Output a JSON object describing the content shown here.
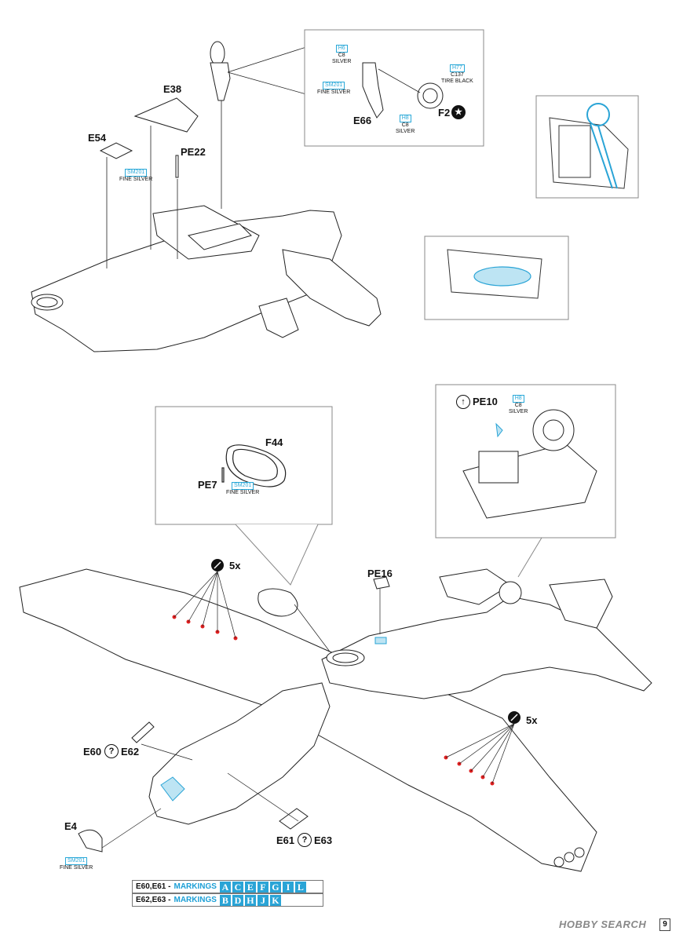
{
  "parts": {
    "e38": "E38",
    "e54": "E54",
    "pe22": "PE22",
    "e66": "E66",
    "f2": "F2",
    "pe10": "PE10",
    "f44": "F44",
    "pe7": "PE7",
    "pe16": "PE16",
    "e60": "E60",
    "e62": "E62",
    "e61": "E61",
    "e63": "E63",
    "e4": "E4"
  },
  "colors": {
    "sm201_code": "SM201",
    "sm201_name": "FINE SILVER",
    "h6_code": "H6",
    "c8_code": "C8",
    "silver_name": "SILVER",
    "h77_code": "H77",
    "c137_code": "C137",
    "tire_black_name": "TIRE BLACK",
    "h8_code": "H8"
  },
  "multipliers": {
    "wing_top": "5x",
    "wing_right": "5x"
  },
  "symbols": {
    "question": "?",
    "bend": "↑"
  },
  "legend": {
    "row1_parts": "E60,E61 -",
    "row2_parts": "E62,E63 -",
    "markings_label": "MARKINGS",
    "row1_letters": [
      "A",
      "C",
      "E",
      "F",
      "G",
      "I",
      "L"
    ],
    "row2_letters": [
      "B",
      "D",
      "H",
      "J",
      "K"
    ]
  },
  "footer": {
    "watermark": "HOBBY SEARCH",
    "page_number": "9"
  },
  "accent_color": "#29a8d8"
}
